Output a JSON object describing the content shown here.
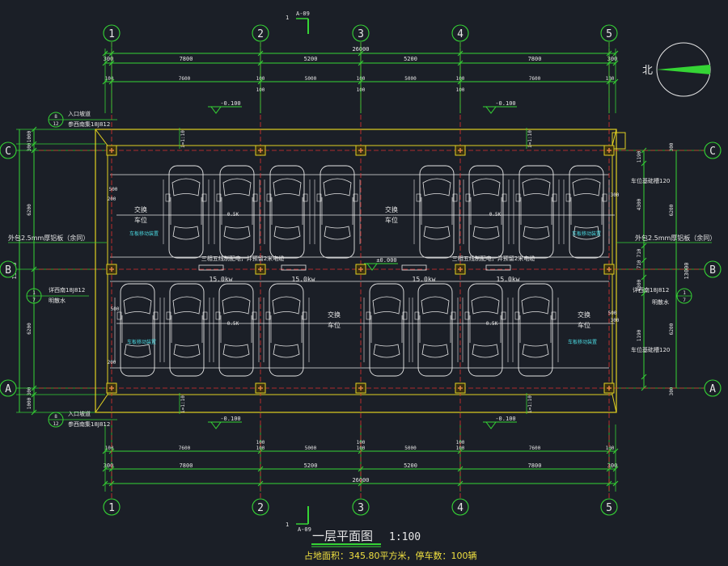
{
  "colors": {
    "background": "#1b1f27",
    "dim_line": "#35d435",
    "axis_line": "#e03030",
    "outline": "#e0d020",
    "white": "#e6e6e6",
    "cyan": "#4ad8e0",
    "yellow": "#f0e040"
  },
  "axes_columns": [
    "1",
    "2",
    "3",
    "4",
    "5"
  ],
  "axes_rows": [
    "C",
    "B",
    "A"
  ],
  "section_marks": {
    "top": {
      "num": "1",
      "ref": "A-09"
    },
    "bottom": {
      "num": "1",
      "ref": "A-09"
    }
  },
  "dims": {
    "total": "26000",
    "row1": [
      "300",
      "7800",
      "5200",
      "5200",
      "7800",
      "300"
    ],
    "row2": [
      "100",
      "7600",
      "100",
      "5000",
      "100",
      "5000",
      "100",
      "7600",
      "100"
    ],
    "row2_sub": [
      "100",
      "100",
      "100"
    ],
    "left_total": "13000",
    "left_segments": [
      "1000",
      "300",
      "6200",
      "6200",
      "300",
      "1000"
    ],
    "right_total": "13000",
    "right_segments_outer": [
      "300",
      "6200",
      "6200",
      "300"
    ],
    "right_segments_inner": [
      "1190",
      "4300",
      "710",
      "710",
      "4300",
      "1190"
    ]
  },
  "levels": {
    "outer": "-0.100",
    "center": "±0.000"
  },
  "slope_label": "i=1:10",
  "callouts": {
    "entrance_top": {
      "num": "8",
      "ref": "12",
      "line1": "入口坡道",
      "line2": "参西南集18J812"
    },
    "entrance_bottom": {
      "num": "8",
      "ref": "12",
      "line1": "入口坡道",
      "line2": "参西南集18J812"
    },
    "drain_left": {
      "num": "1",
      "ref": "7",
      "line1": "详西南18J812",
      "line2": "明散水"
    },
    "drain_right": {
      "num": "1",
      "ref": "7",
      "line1": "详西南18J812",
      "line2": "明散水"
    },
    "cladding_left": "外包2.5mm厚铝板（余同）",
    "cladding_right": "外包2.5mm厚铝板（余同）",
    "trench_right_top": "车位基础槽120",
    "trench_right_bottom": "车位基础槽120"
  },
  "interior": {
    "exchange_label": [
      "交换",
      "车位"
    ],
    "power_label": "三相五线制配电，并预留2米电缆",
    "power_kw": [
      "15.0kw",
      "15.0kw",
      "15.0kw",
      "15.0kw"
    ],
    "bay_labels": [
      "车板移动装置",
      "车板移动装置",
      "车板移动装置",
      "车板移动装置"
    ],
    "dim_200": "200",
    "dim_500": "500",
    "dim_05k": "0.5K",
    "dim_300": "300"
  },
  "north_label": "北",
  "title": {
    "main": "一层平面图",
    "scale": "1:100",
    "sub": "占地面积：345.80平方米，停车数：100辆"
  }
}
